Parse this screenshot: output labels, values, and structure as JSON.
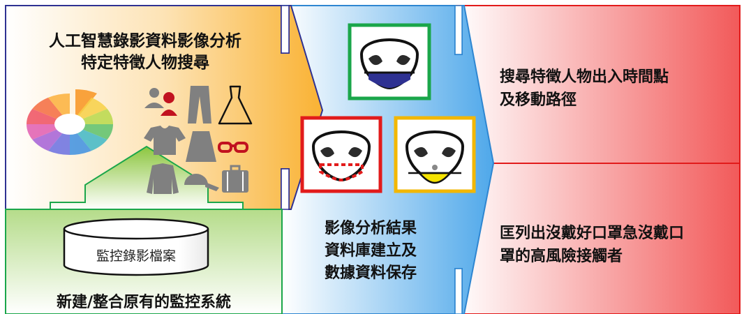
{
  "panel1": {
    "title_line1": "人工智慧錄影資料影像分析",
    "title_line2": "特定特徵人物搜尋",
    "icons": [
      "color-wheel",
      "person-pair",
      "pants",
      "dress",
      "tshirt",
      "skirt",
      "glasses",
      "jacket",
      "cap",
      "suitcase"
    ]
  },
  "source": {
    "database_label": "監控錄影檔案",
    "caption": "新建/整合原有的監控系統"
  },
  "panel2": {
    "line1": "影像分析結果",
    "line2": "資料庫建立及",
    "line3": "數據資料保存",
    "faces": [
      {
        "mask": "mask-worn",
        "border": "#1aa64a"
      },
      {
        "mask": "mask-missing",
        "border": "#e21b1b"
      },
      {
        "mask": "mask-under-chin",
        "border": "#f2b705"
      }
    ]
  },
  "panel3": {
    "top_line1": "搜尋特徵人物出入時間點",
    "top_line2": "及移動路徑",
    "bottom_line1": "匡列出沒戴好口罩急沒戴口",
    "bottom_line2": "罩的高風險接觸者"
  },
  "colors": {
    "orange": "#f9b233",
    "blue": "#4fa8ea",
    "red": "#f25a5a",
    "green": "#8cc63f",
    "navy": "#2e3192",
    "dark_red": "#c1121f"
  }
}
